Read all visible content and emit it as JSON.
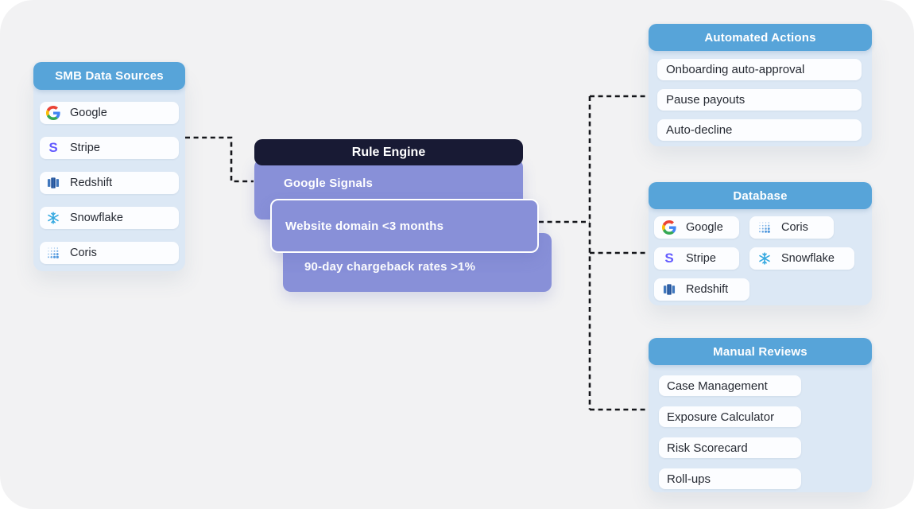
{
  "colors": {
    "canvas_bg": "#f2f2f3",
    "header_blue": "#57a4d9",
    "panel_bg": "#dce8f5",
    "item_bg": "#fcfdff",
    "rule_purple": "#8890d8",
    "rule_header_navy": "#181a34",
    "connector": "#15161a",
    "item_text": "#262a33",
    "stripe_color": "#635bff",
    "snowflake_color": "#35a9e0",
    "coris_color": "#4f97dd",
    "redshift_dark": "#1f4e96",
    "redshift_light": "#4077bd",
    "google_colors": [
      "#4285F4",
      "#EA4335",
      "#FBBC05",
      "#34A853"
    ]
  },
  "smb_sources": {
    "title": "SMB Data Sources",
    "items": [
      {
        "label": "Google",
        "icon": "google-icon"
      },
      {
        "label": "Stripe",
        "icon": "stripe-icon"
      },
      {
        "label": "Redshift",
        "icon": "redshift-icon"
      },
      {
        "label": "Snowflake",
        "icon": "snowflake-icon"
      },
      {
        "label": "Coris",
        "icon": "coris-icon"
      }
    ]
  },
  "rule_engine": {
    "title": "Rule Engine",
    "rules": [
      "Google Signals",
      "Website domain <3 months",
      "90-day chargeback rates >1%"
    ]
  },
  "automated_actions": {
    "title": "Automated Actions",
    "items": [
      "Onboarding auto-approval",
      "Pause payouts",
      "Auto-decline"
    ]
  },
  "database": {
    "title": "Database",
    "items": [
      {
        "label": "Google",
        "icon": "google-icon"
      },
      {
        "label": "Coris",
        "icon": "coris-icon"
      },
      {
        "label": "Stripe",
        "icon": "stripe-icon"
      },
      {
        "label": "Snowflake",
        "icon": "snowflake-icon"
      },
      {
        "label": "Redshift",
        "icon": "redshift-icon"
      }
    ]
  },
  "manual_reviews": {
    "title": "Manual Reviews",
    "items": [
      "Case Management",
      "Exposure Calculator",
      "Risk Scorecard",
      "Roll-ups"
    ]
  }
}
